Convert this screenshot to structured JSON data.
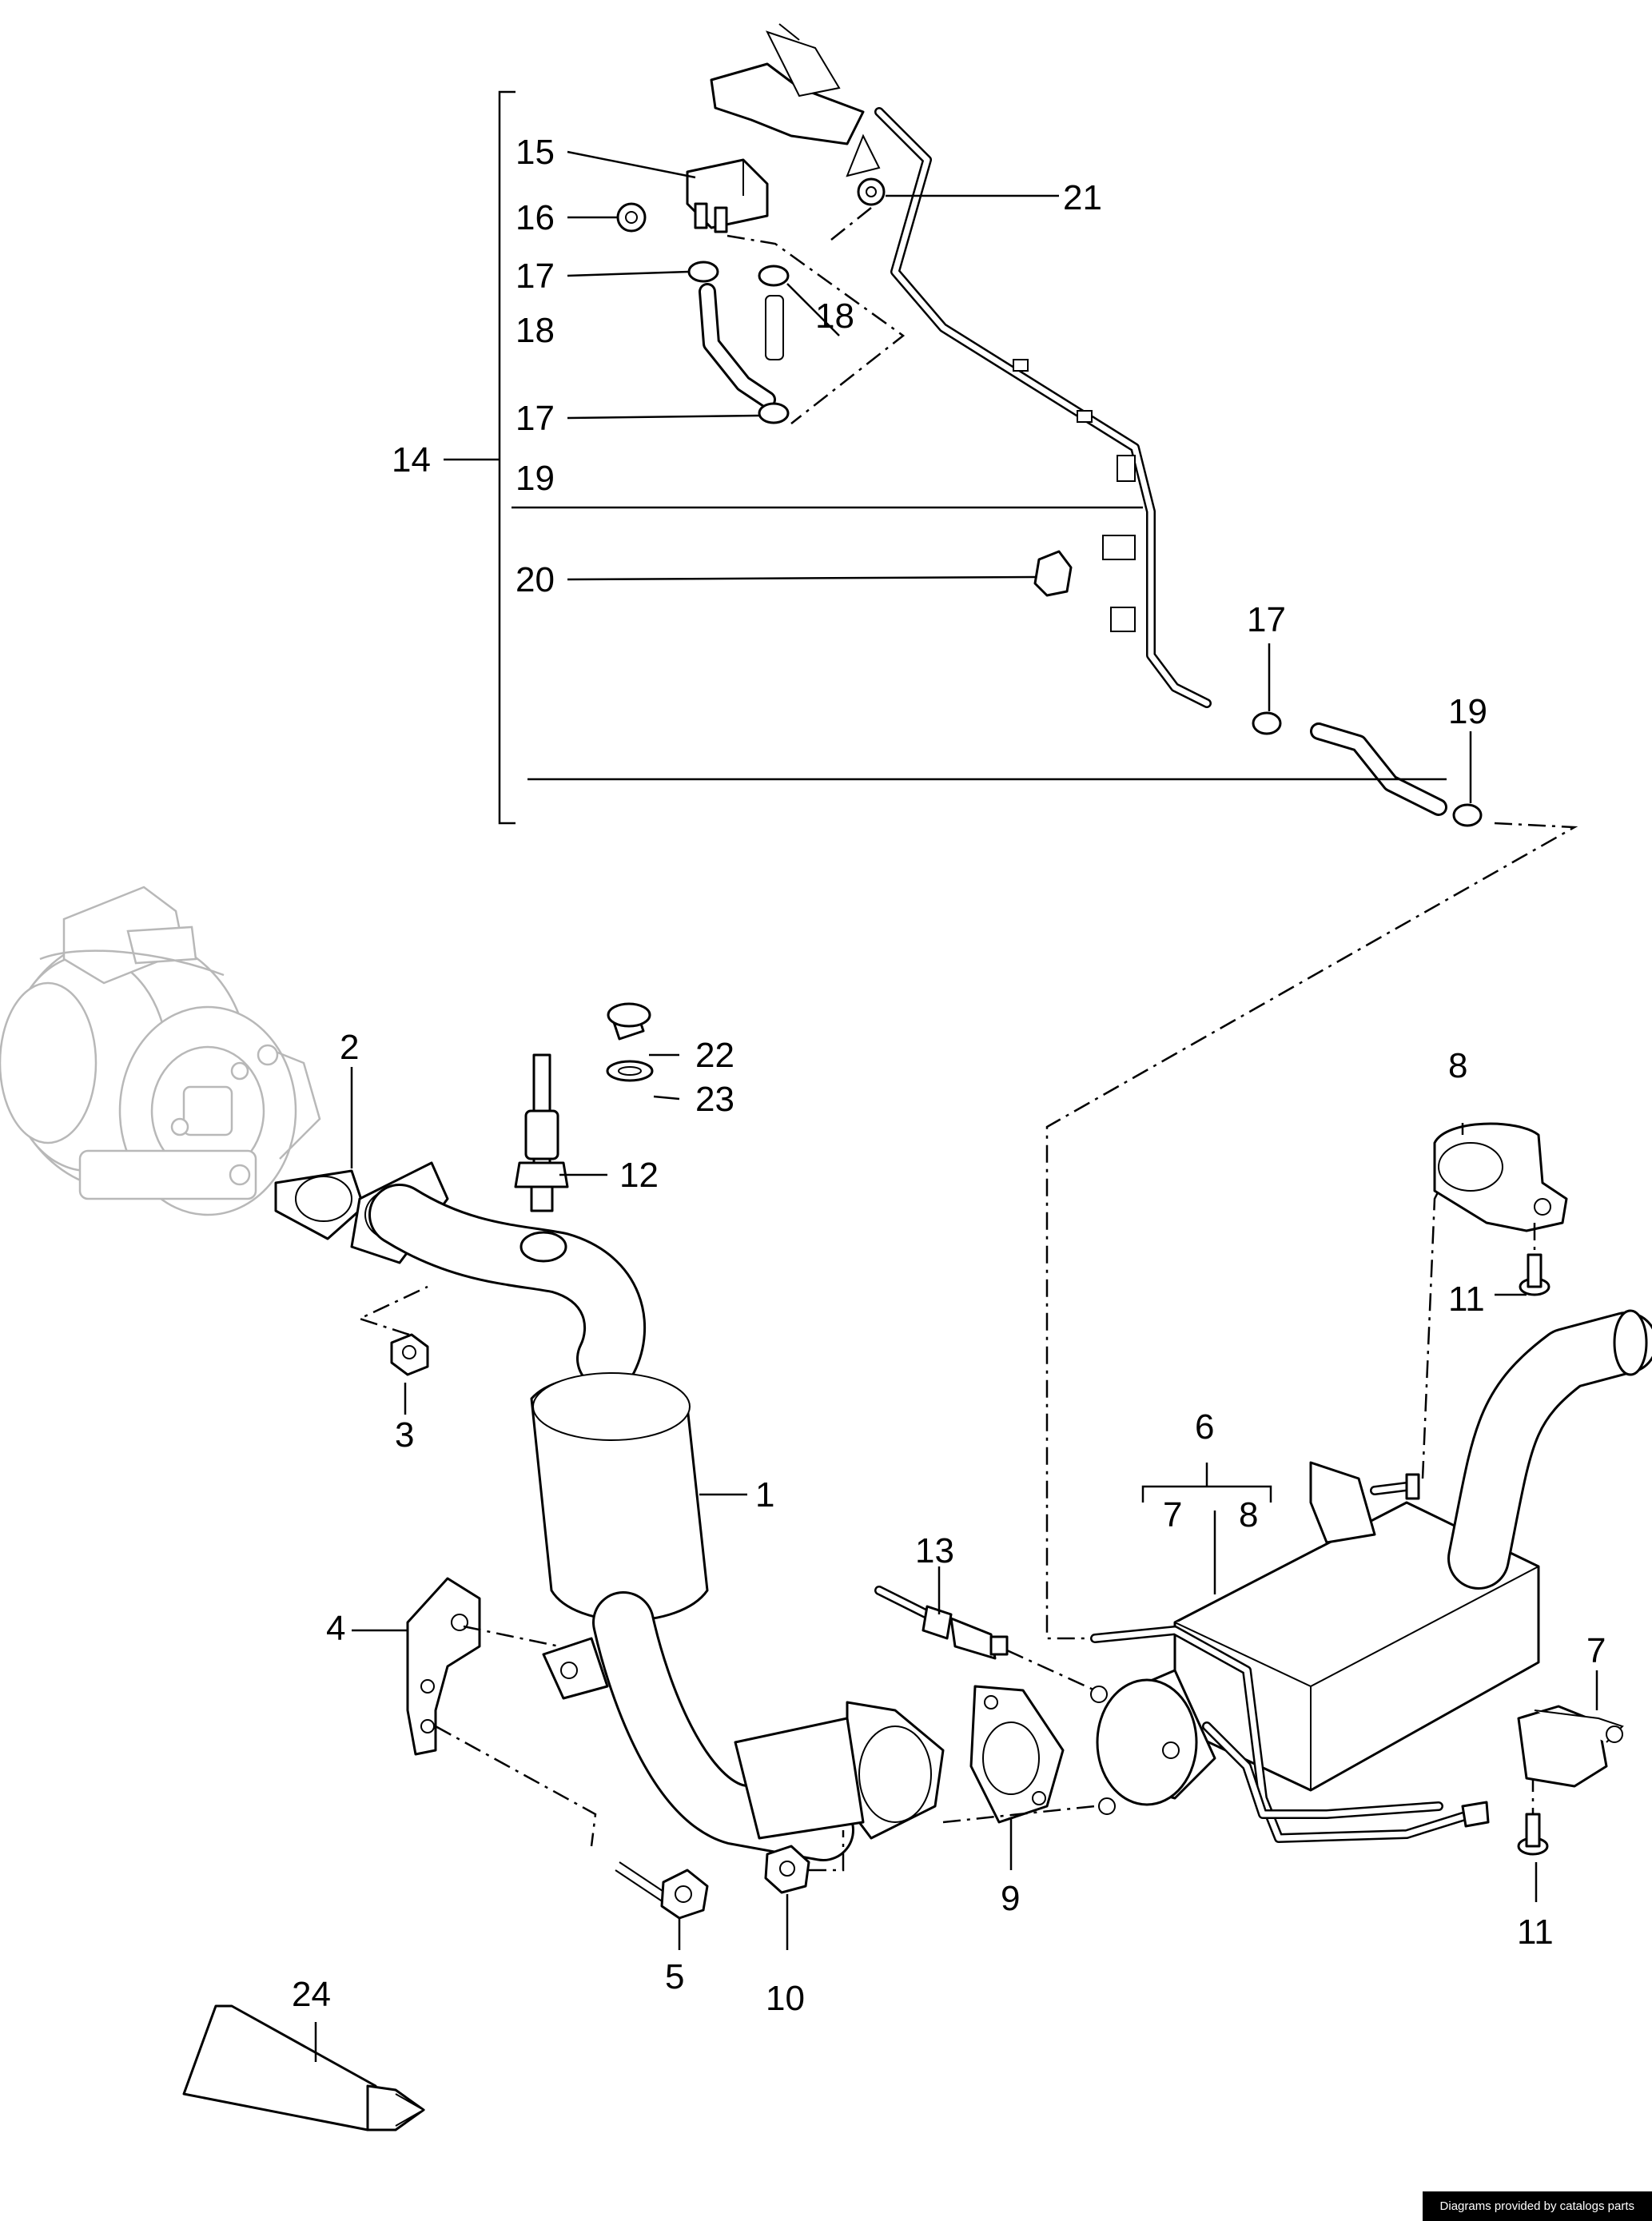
{
  "callouts": {
    "c1": "1",
    "c2": "2",
    "c3": "3",
    "c4": "4",
    "c5": "5",
    "c6": "6",
    "c7a": "7",
    "c8a": "8",
    "c7b": "7",
    "c8b": "8",
    "c9": "9",
    "c10": "10",
    "c11a": "11",
    "c11b": "11",
    "c12": "12",
    "c13": "13",
    "c14": "14",
    "c15": "15",
    "c16": "16",
    "c17a": "17",
    "c17b": "17",
    "c17c": "17",
    "c18a": "18",
    "c18b": "18",
    "c19a": "19",
    "c19b": "19",
    "c20": "20",
    "c21": "21",
    "c22": "22",
    "c23": "23",
    "c24": "24"
  },
  "footer": {
    "credit": "Diagrams provided by catalogs parts"
  }
}
